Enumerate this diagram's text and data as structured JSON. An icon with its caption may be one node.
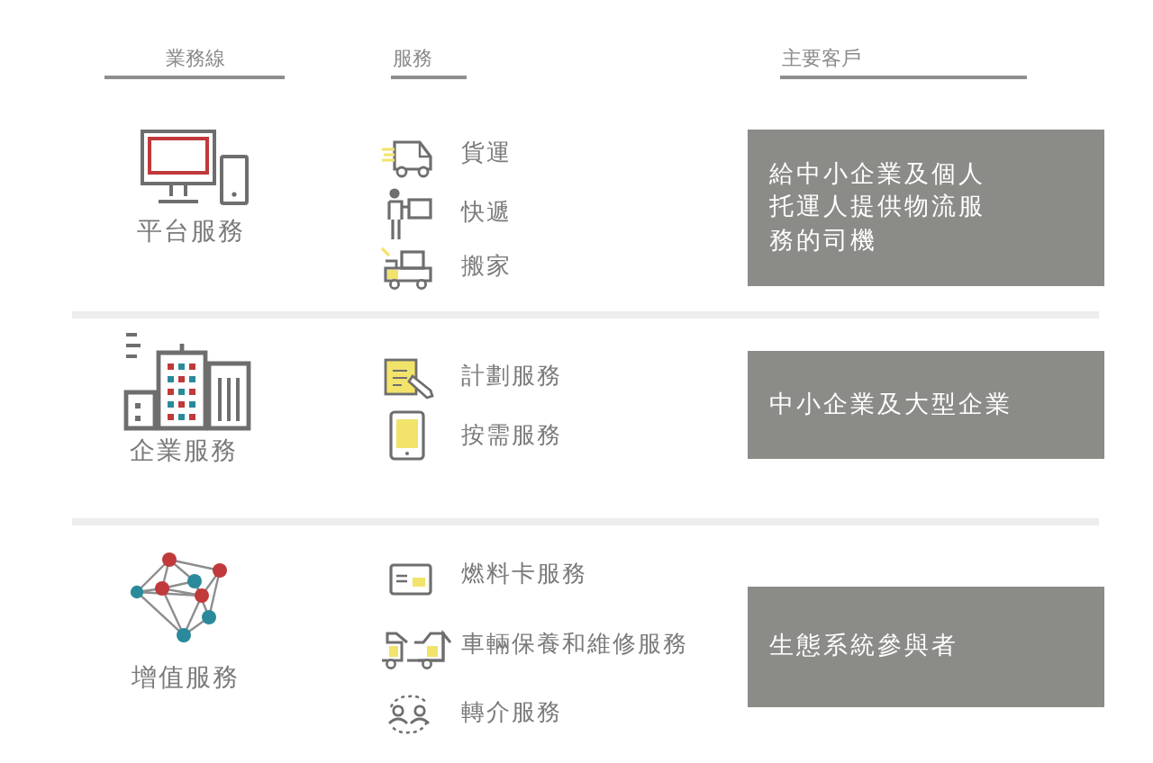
{
  "diagram": {
    "nodes": [
      {
        "text": [
          "給中小企業及個人托運人提供物流服務的司機"
        ]
      },
      {
        "text": [
          "中小企業及大型企業"
        ]
      },
      {
        "text": [
          "生態系統參與者"
        ]
      }
    ],
    "labels": [
      "業務線",
      "服務",
      "主要客戶",
      "平台服務",
      "貨運",
      "快遞",
      "搬家",
      "企業服務",
      "計劃服務",
      "按需服務",
      "增值服務",
      "燃料卡服務",
      "車輛保養和維修服務",
      "轉介服務"
    ]
  }
}
